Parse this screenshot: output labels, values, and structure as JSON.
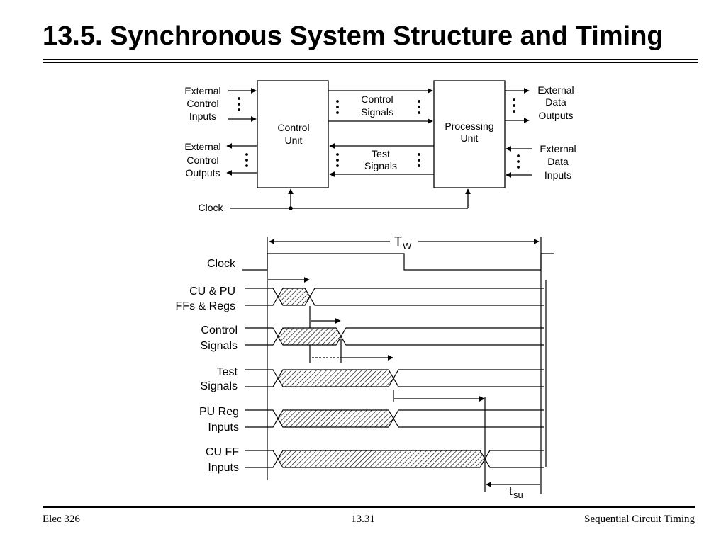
{
  "slide": {
    "title": "13.5. Synchronous System Structure and Timing",
    "footer_left": "Elec 326",
    "footer_center": "13.31",
    "footer_right": "Sequential Circuit Timing"
  },
  "block_diagram": {
    "control_unit": [
      "Control",
      "Unit"
    ],
    "processing_unit": [
      "Processing",
      "Unit"
    ],
    "ext_control_inputs": [
      "External",
      "Control",
      "Inputs"
    ],
    "ext_control_outputs": [
      "External",
      "Control",
      "Outputs"
    ],
    "control_signals": [
      "Control",
      "Signals"
    ],
    "test_signals": [
      "Test",
      "Signals"
    ],
    "ext_data_outputs": [
      "External",
      "Data",
      "Outputs"
    ],
    "ext_data_inputs": [
      "External",
      "Data",
      "Inputs"
    ],
    "clock": "Clock"
  },
  "timing_diagram": {
    "period_label": "T",
    "period_sub": "W",
    "setup_label": "t",
    "setup_sub": "su",
    "signals": [
      {
        "lines": [
          "Clock"
        ]
      },
      {
        "lines": [
          "CU & PU",
          "FFs & Regs"
        ]
      },
      {
        "lines": [
          "Control",
          "Signals"
        ]
      },
      {
        "lines": [
          "Test",
          "Signals"
        ]
      },
      {
        "lines": [
          "PU Reg",
          "Inputs"
        ]
      },
      {
        "lines": [
          "CU FF",
          "Inputs"
        ]
      }
    ]
  }
}
